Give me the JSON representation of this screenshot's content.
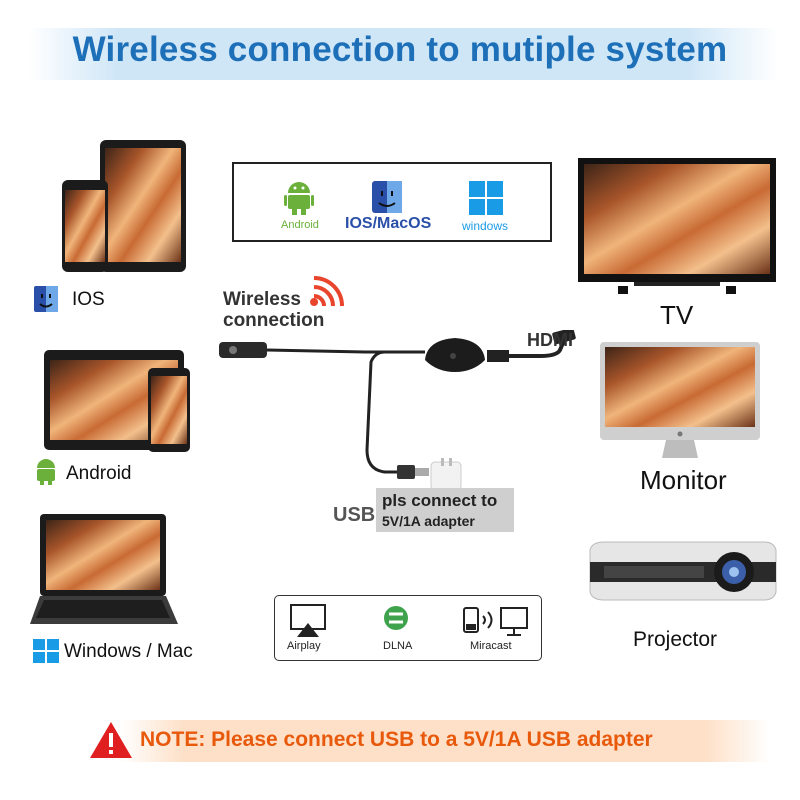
{
  "title": "Wireless connection to mutiple system",
  "devices_left": [
    {
      "label": "IOS",
      "icon": "finder-icon"
    },
    {
      "label": "Android",
      "icon": "android-icon"
    },
    {
      "label": "Windows / Mac",
      "icon": "windows-icon"
    }
  ],
  "os_support": {
    "items": [
      {
        "label": "Android",
        "icon": "android-icon",
        "color": "#6ab03a"
      },
      {
        "label": "IOS/MacOS",
        "icon": "finder-icon",
        "color": "#2a4fa8"
      },
      {
        "label": "windows",
        "icon": "windows-icon",
        "color": "#1a9be6"
      }
    ]
  },
  "wireless_label_line1": "Wireless",
  "wireless_label_line2": "connection",
  "hdmi_label": "HDMI",
  "usb_label": "USB",
  "adapter_note_line1": "pls connect to",
  "adapter_note_line2": "5V/1A adapter",
  "protocols": [
    {
      "label": "Airplay",
      "icon": "airplay-icon"
    },
    {
      "label": "DLNA",
      "icon": "dlna-icon"
    },
    {
      "label": "Miracast",
      "icon": "miracast-icon"
    }
  ],
  "devices_right": [
    {
      "label": "TV"
    },
    {
      "label": "Monitor"
    },
    {
      "label": "Projector"
    }
  ],
  "note": "NOTE: Please connect USB to a 5V/1A USB adapter",
  "colors": {
    "title": "#1d6fb8",
    "note": "#e8590c",
    "warning": "#e02020",
    "android": "#6ab03a",
    "windows": "#1a9be6"
  }
}
